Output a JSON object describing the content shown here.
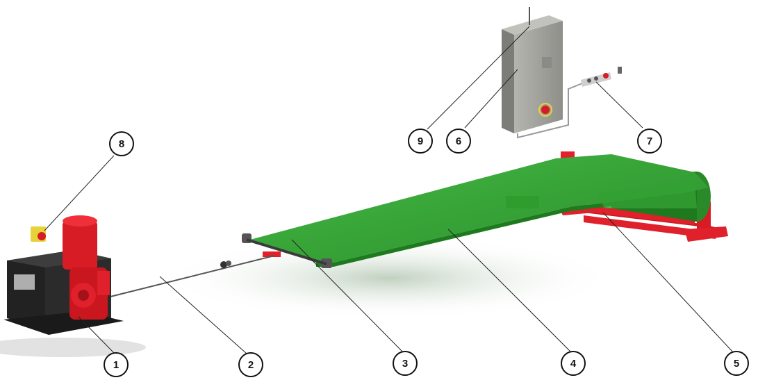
{
  "colors": {
    "belt": "#2e9e2e",
    "belt_dark": "#1f7a1f",
    "frame_red": "#e0202a",
    "frame_red_dark": "#a3121a",
    "cabinet": "#9a9a96",
    "base_black": "#2b2b2b",
    "callout_stroke": "#111111",
    "leader": "#222222"
  },
  "callouts": [
    {
      "id": "1",
      "label": "1"
    },
    {
      "id": "2",
      "label": "2"
    },
    {
      "id": "3",
      "label": "3"
    },
    {
      "id": "4",
      "label": "4"
    },
    {
      "id": "5",
      "label": "5"
    },
    {
      "id": "6",
      "label": "6"
    },
    {
      "id": "7",
      "label": "7"
    },
    {
      "id": "8",
      "label": "8"
    },
    {
      "id": "9",
      "label": "9"
    }
  ]
}
